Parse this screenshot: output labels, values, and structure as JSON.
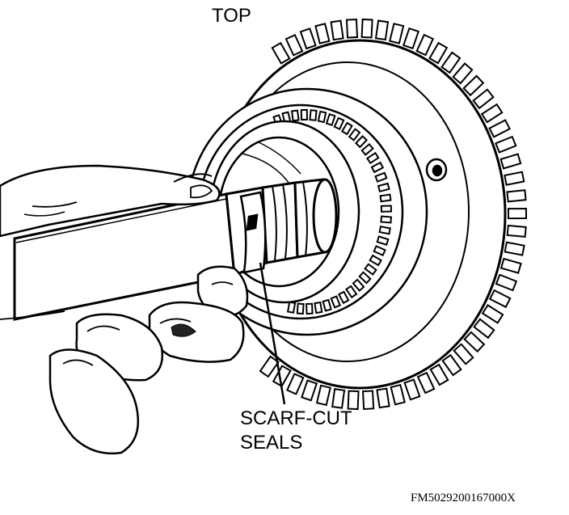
{
  "labels": {
    "top": "TOP",
    "seal_line1": "SCARF-CUT",
    "seal_line2": "SEALS",
    "figure_code": "FM5029200167000X"
  },
  "colors": {
    "ink": "#000000",
    "paper": "#ffffff",
    "shade": "#555555"
  }
}
